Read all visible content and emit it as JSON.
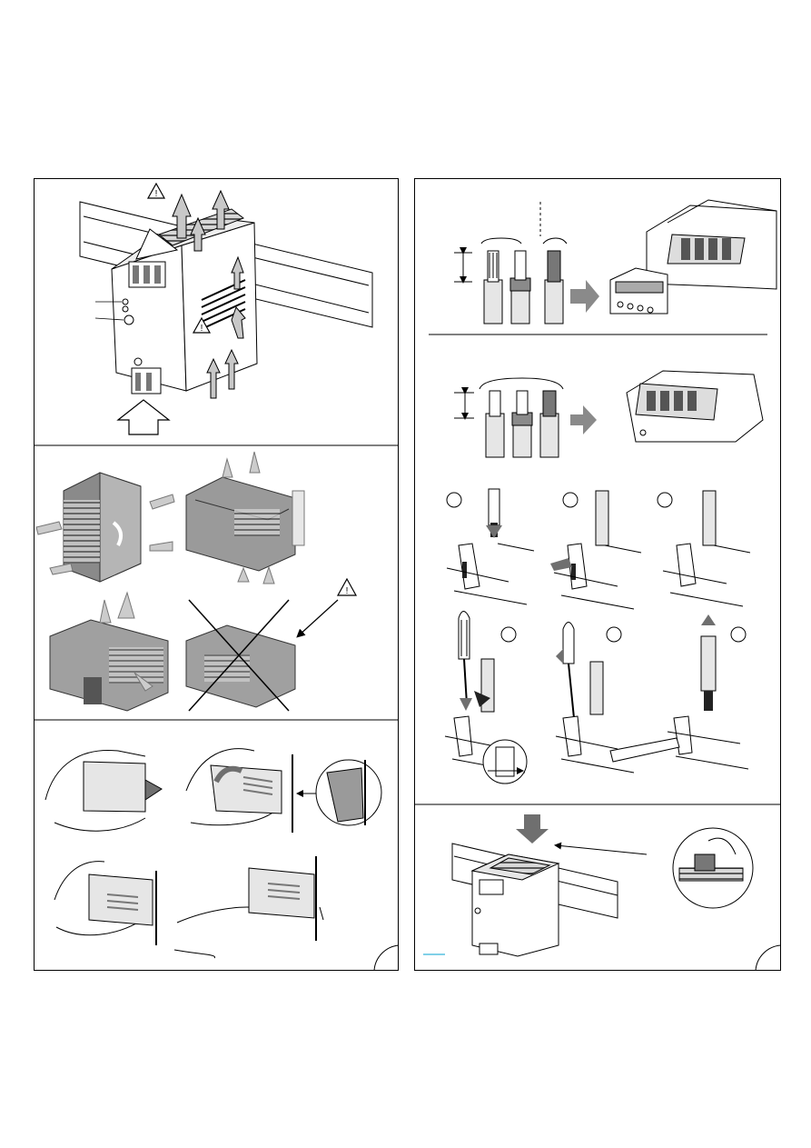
{
  "icons": {
    "warning": "warning-triangle-icon",
    "arrow": "arrow-icon",
    "screwdriver": "screwdriver-icon"
  },
  "colors": {
    "line": "#000000",
    "gray_fill": "#bdbdbd",
    "dark_gray": "#6f6f6f",
    "light_gray": "#e6e6e6"
  },
  "left_panel": {
    "sections": [
      "mounting-airflow",
      "mounting-orientations",
      "rail-mounting-by-hand"
    ]
  },
  "right_panel": {
    "sections": [
      "wire-connection-removable-terminal",
      "wire-connection-fixed-terminal",
      "push-in-steps",
      "release-steps",
      "rail-release"
    ]
  },
  "step_markers": [
    "",
    "",
    "",
    "",
    "",
    ""
  ]
}
